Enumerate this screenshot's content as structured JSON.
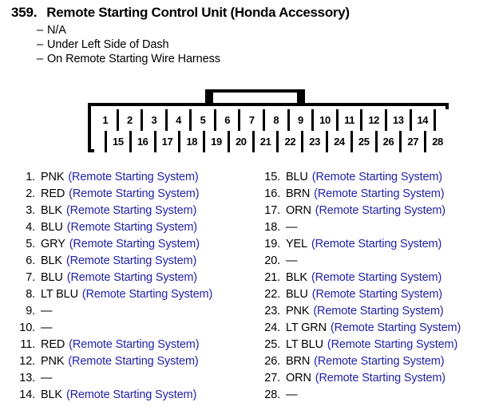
{
  "header": {
    "number": "359.",
    "title": "Remote Starting Control Unit (Honda Accessory)",
    "bullet_char": "–",
    "details": [
      "N/A",
      "Under Left Side of Dash",
      "On Remote Starting Wire Harness"
    ]
  },
  "connector": {
    "top_row": [
      "1",
      "2",
      "3",
      "4",
      "5",
      "6",
      "7",
      "8",
      "9",
      "10",
      "11",
      "12",
      "13",
      "14"
    ],
    "bottom_row": [
      "15",
      "16",
      "17",
      "18",
      "19",
      "20",
      "21",
      "22",
      "23",
      "24",
      "25",
      "26",
      "27",
      "28"
    ],
    "tab_label": "locking-tab"
  },
  "colors": {
    "wire_description": "#2222aa",
    "text": "#000000",
    "outline": "#000000",
    "background": "#ffffff"
  },
  "empty_marker": "—",
  "pins": {
    "left_column": [
      {
        "index": "1.",
        "color": "PNK",
        "desc": "(Remote Starting System)"
      },
      {
        "index": "2.",
        "color": "RED",
        "desc": "(Remote Starting System)"
      },
      {
        "index": "3.",
        "color": "BLK",
        "desc": "(Remote Starting System)"
      },
      {
        "index": "4.",
        "color": "BLU",
        "desc": "(Remote Starting System)"
      },
      {
        "index": "5.",
        "color": "GRY",
        "desc": "(Remote Starting System)"
      },
      {
        "index": "6.",
        "color": "BLK",
        "desc": "(Remote Starting System)"
      },
      {
        "index": "7.",
        "color": "BLU",
        "desc": "(Remote Starting System)"
      },
      {
        "index": "8.",
        "color": "LT BLU",
        "desc": "(Remote Starting System)"
      },
      {
        "index": "9.",
        "color": "—",
        "desc": ""
      },
      {
        "index": "10.",
        "color": "—",
        "desc": ""
      },
      {
        "index": "11.",
        "color": "RED",
        "desc": "(Remote Starting System)"
      },
      {
        "index": "12.",
        "color": "PNK",
        "desc": "(Remote Starting System)"
      },
      {
        "index": "13.",
        "color": "—",
        "desc": ""
      },
      {
        "index": "14.",
        "color": "BLK",
        "desc": "(Remote Starting System)"
      }
    ],
    "right_column": [
      {
        "index": "15.",
        "color": "BLU",
        "desc": "(Remote Starting System)"
      },
      {
        "index": "16.",
        "color": "BRN",
        "desc": "(Remote Starting System)"
      },
      {
        "index": "17.",
        "color": "ORN",
        "desc": "(Remote Starting System)"
      },
      {
        "index": "18.",
        "color": "—",
        "desc": ""
      },
      {
        "index": "19.",
        "color": "YEL",
        "desc": "(Remote Starting System)"
      },
      {
        "index": "20.",
        "color": "—",
        "desc": ""
      },
      {
        "index": "21.",
        "color": "BLK",
        "desc": "(Remote Starting System)"
      },
      {
        "index": "22.",
        "color": "BLU",
        "desc": "(Remote Starting System)"
      },
      {
        "index": "23.",
        "color": "PNK",
        "desc": "(Remote Starting System)"
      },
      {
        "index": "24.",
        "color": "LT GRN",
        "desc": "(Remote Starting System)"
      },
      {
        "index": "25.",
        "color": "LT BLU",
        "desc": "(Remote Starting System)"
      },
      {
        "index": "26.",
        "color": "BRN",
        "desc": "(Remote Starting System)"
      },
      {
        "index": "27.",
        "color": "ORN",
        "desc": "(Remote Starting System)"
      },
      {
        "index": "28.",
        "color": "—",
        "desc": ""
      }
    ]
  }
}
